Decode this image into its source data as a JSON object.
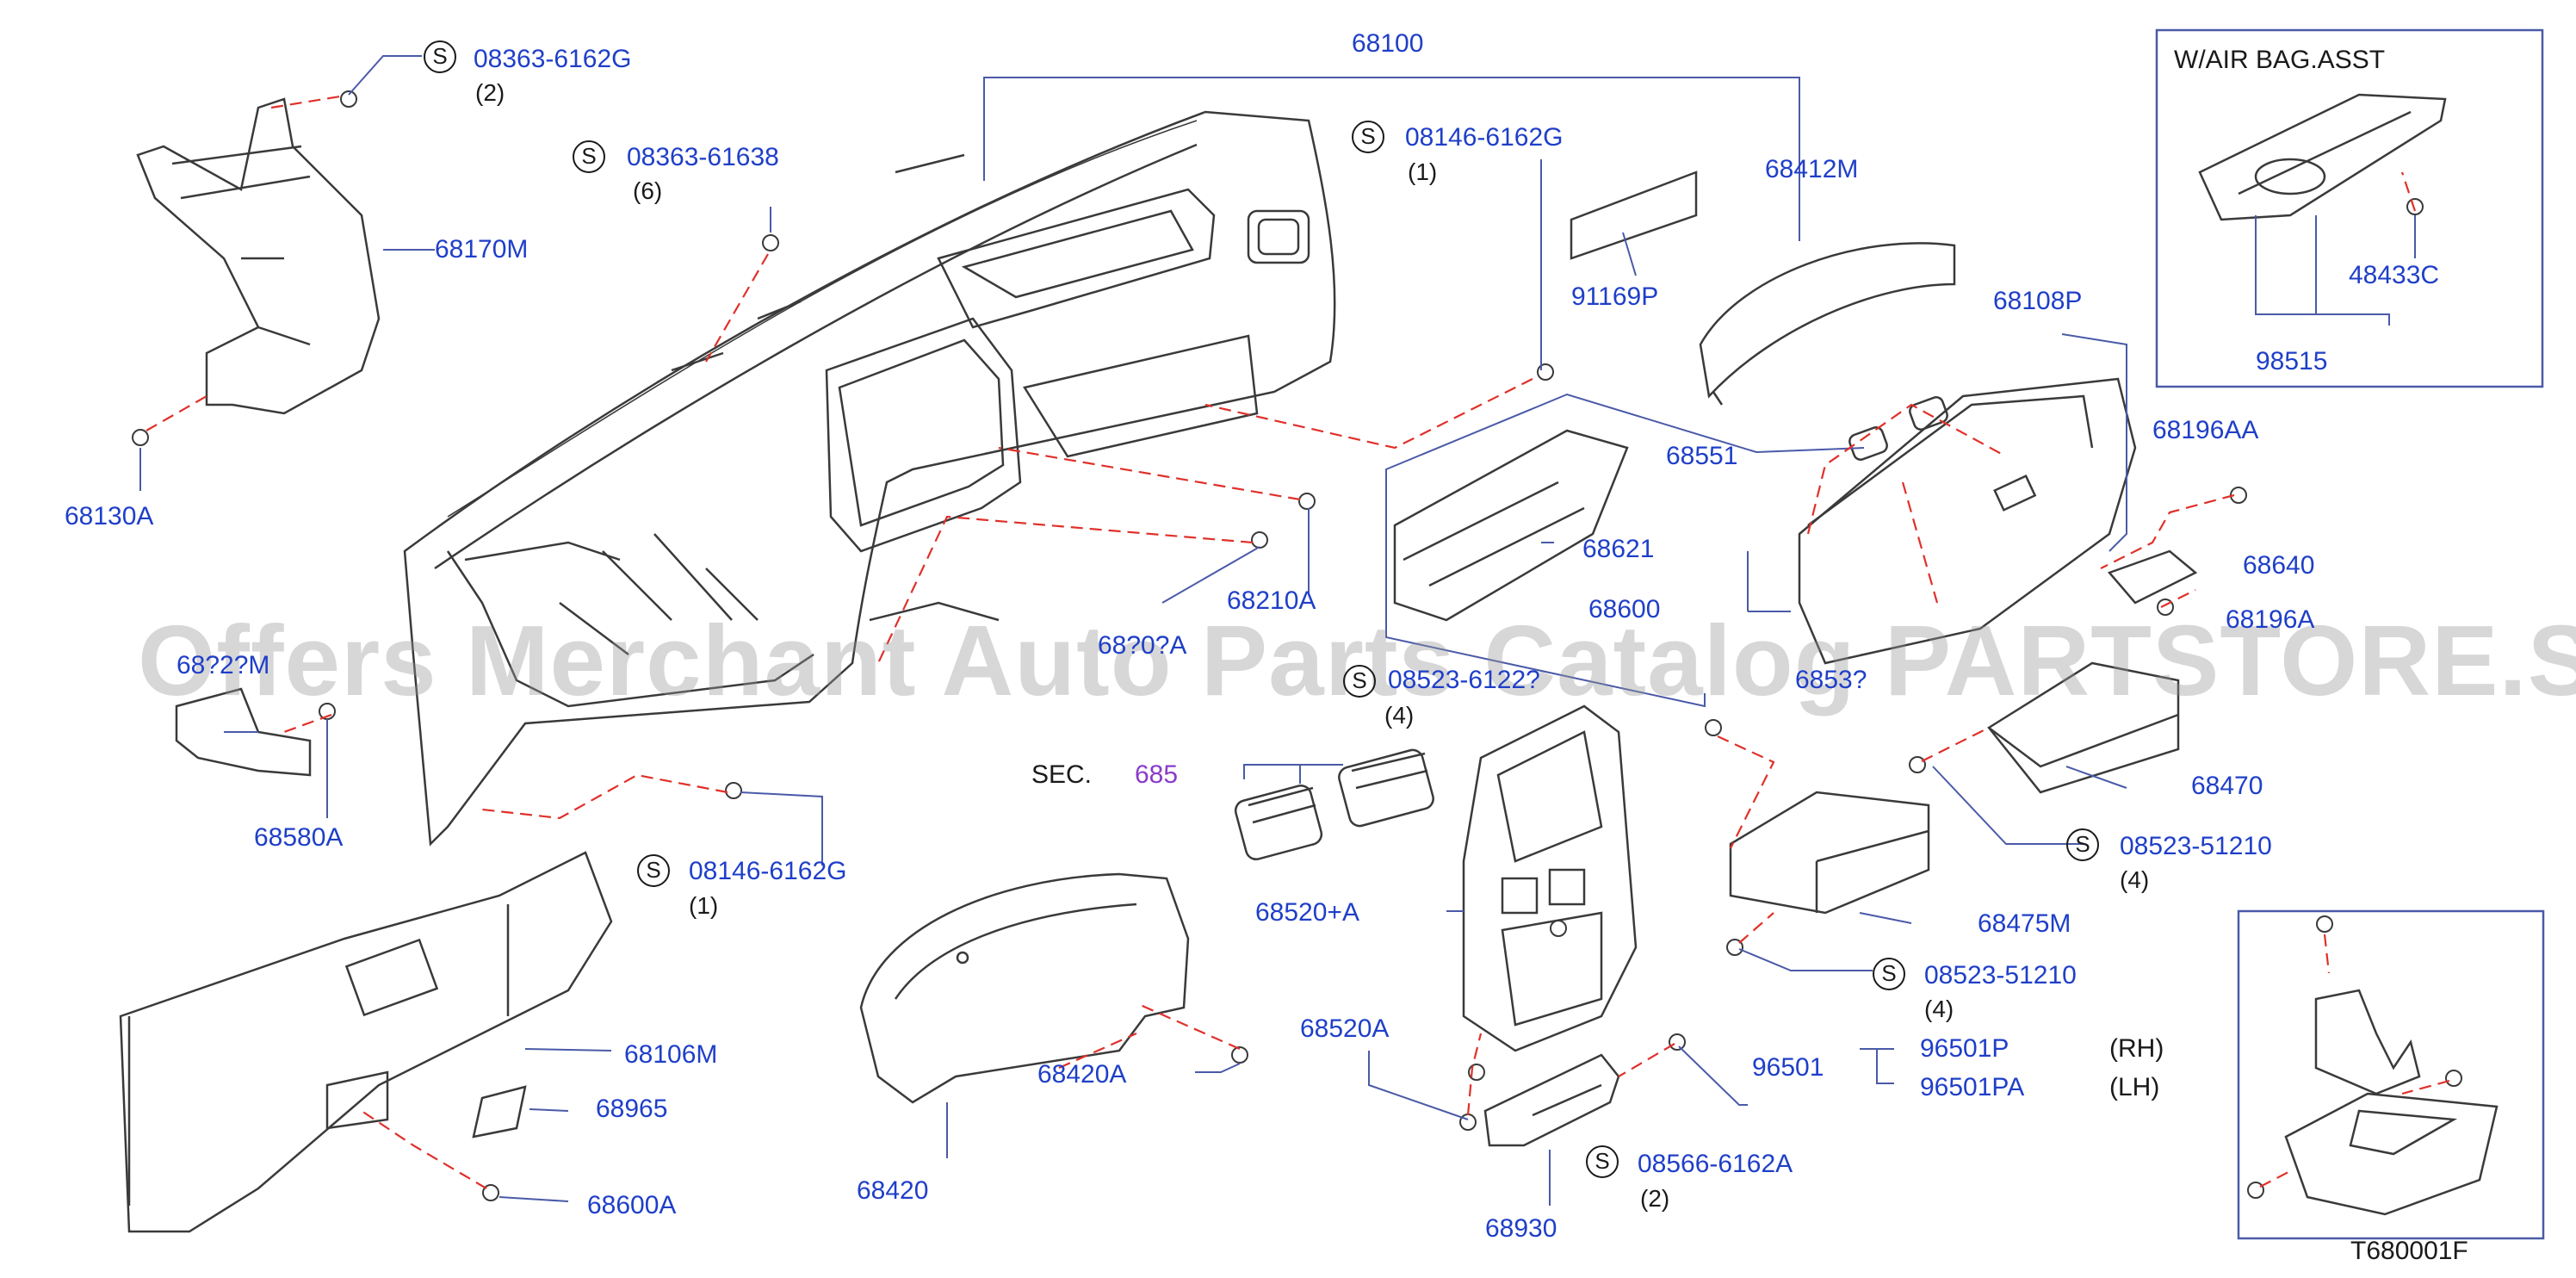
{
  "inset_airbag": {
    "title": "W/AIR   BAG.ASST",
    "parts": [
      "48433C",
      "98515"
    ]
  },
  "diagram_code": "T680001F",
  "watermark": "Offers Merchant Auto Parts Catalog PARTSTORE.SA",
  "sec_ref": {
    "prefix": "SEC.",
    "number": "685"
  },
  "side_labels": {
    "rh": "(RH)",
    "lh": "(LH)"
  },
  "symbol": "S",
  "parts": {
    "p68100": "68100",
    "p68170M": "68170M",
    "p68130A": "68130A",
    "p68412M": "68412M",
    "p91169P": "91169P",
    "p68108P": "68108P",
    "p68551": "68551",
    "p68621": "68621",
    "p68600": "68600",
    "p68196AA": "68196AA",
    "p68640": "68640",
    "p68196A": "68196A",
    "p68210A": "68210A",
    "p682xxA": "68?0?A",
    "p68580A": "68580A",
    "p6812M": "68?2?M",
    "p68470": "68470",
    "p68520_A": "68520+A",
    "p68475M": "68475M",
    "p68520A": "68520A",
    "p96501": "96501",
    "p96501P": "96501P",
    "p96501PA": "96501PA",
    "p68106M": "68106M",
    "p68965": "68965",
    "p68600A": "68600A",
    "p68420A": "68420A",
    "p68420": "68420",
    "p68930": "68930",
    "p6853x": "6853?"
  },
  "screws": {
    "s1": {
      "code": "08363-6162G",
      "qty": "(2)"
    },
    "s2": {
      "code": "08363-61638",
      "qty": "(6)"
    },
    "s3": {
      "code": "08146-6162G",
      "qty": "(1)"
    },
    "s4": {
      "code": "08523-6122?",
      "qty": "(4)"
    },
    "s5": {
      "code": "08146-6162G",
      "qty": "(1)"
    },
    "s6": {
      "code": "08523-51210",
      "qty": "(4)"
    },
    "s7": {
      "code": "08523-51210",
      "qty": "(4)"
    },
    "s8": {
      "code": "08566-6162A",
      "qty": "(2)"
    }
  },
  "colors": {
    "part_number": "#1f3fc8",
    "leader": "#4a5aa8",
    "phantom": "#e0302a",
    "outline": "#3a3a3a",
    "section_ref": "#8a3bc8"
  }
}
